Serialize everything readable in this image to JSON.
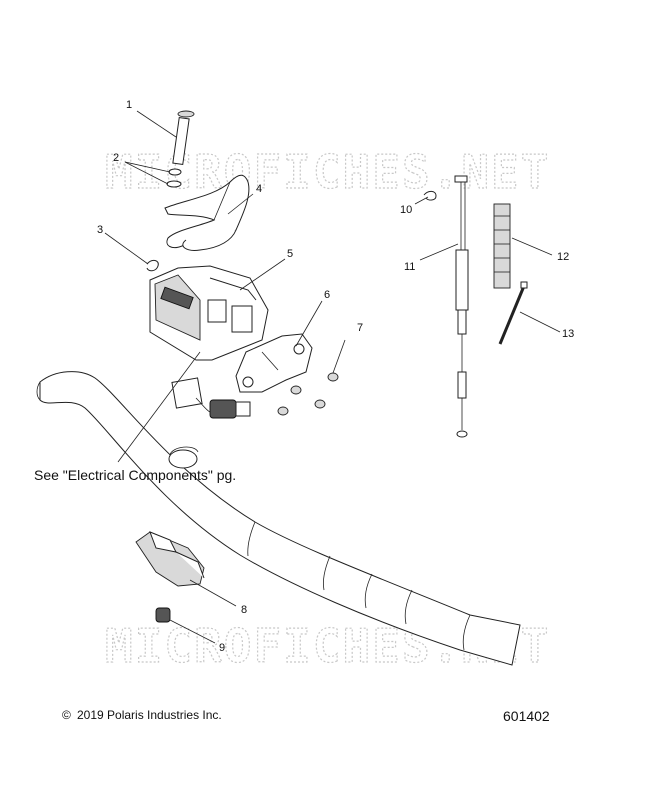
{
  "watermarks": [
    "MICROFICHES.NET",
    "MICROFICHES.NET"
  ],
  "callouts": [
    "1",
    "2",
    "3",
    "4",
    "5",
    "6",
    "7",
    "8",
    "9",
    "10",
    "11",
    "12",
    "13"
  ],
  "note": "See \"Electrical Components\" pg.",
  "copyright": "2019 Polaris Industries Inc.",
  "copyright_symbol": "©",
  "figure_number": "601402"
}
